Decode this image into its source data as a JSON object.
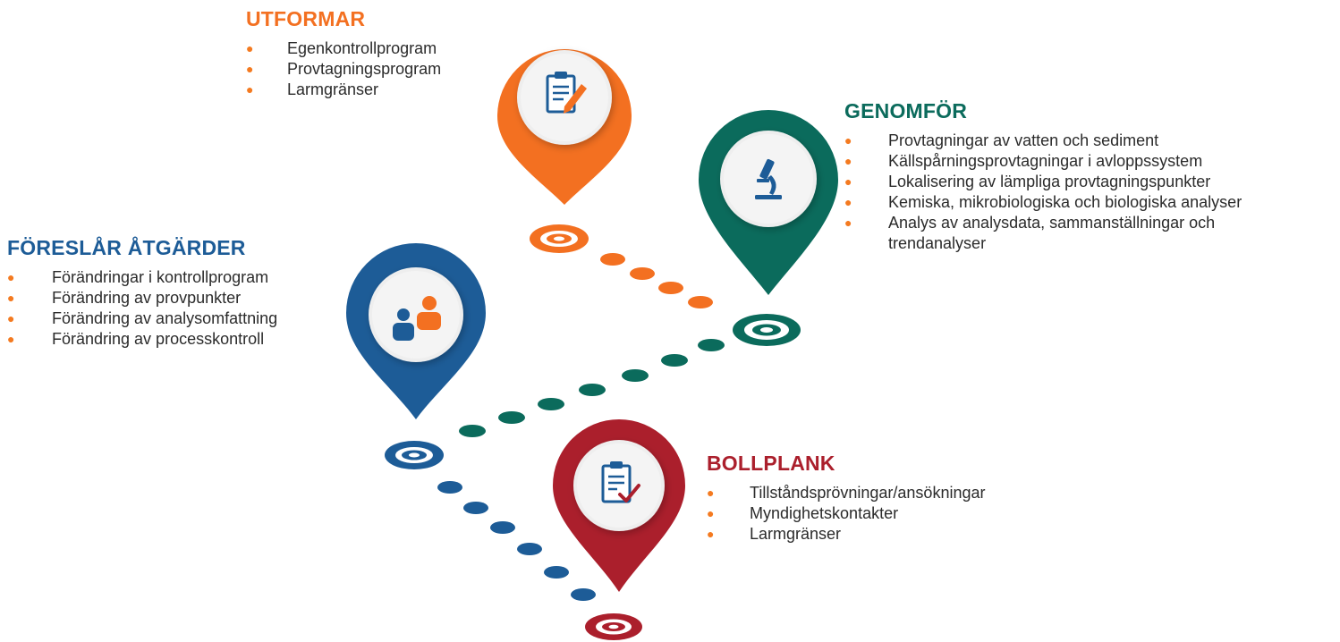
{
  "colors": {
    "orange": "#f37021",
    "green": "#0b6b5c",
    "blue": "#1d5c97",
    "red": "#ab1f2c",
    "bullet": "#f47a20"
  },
  "sections": {
    "utformar": {
      "title": "UTFORMAR",
      "icon": "clipboard-pencil-icon",
      "items": [
        "Egenkontrollprogram",
        "Provtagningsprogram",
        "Larmgränser"
      ]
    },
    "genomfor": {
      "title": "GENOMFÖR",
      "icon": "microscope-icon",
      "items": [
        "Provtagningar av vatten och sediment",
        "Källspårningsprovtagningar i avloppssystem",
        "Lokalisering av lämpliga provtagningspunkter",
        "Kemiska, mikrobiologiska och biologiska analyser",
        "Analys av analysdata, sammanställningar och trendanalyser"
      ]
    },
    "foreslar": {
      "title": "FÖRESLÅR ÅTGÄRDER",
      "icon": "people-icon",
      "items": [
        "Förändringar i kontrollprogram",
        "Förändring av provpunkter",
        "Förändring av analysomfattning",
        "Förändring av processkontroll"
      ]
    },
    "bollplank": {
      "title": "BOLLPLANK",
      "icon": "clipboard-check-icon",
      "items": [
        "Tillståndsprövningar/ansökningar",
        "Myndighetskontakter",
        "Larmgränser"
      ]
    }
  }
}
